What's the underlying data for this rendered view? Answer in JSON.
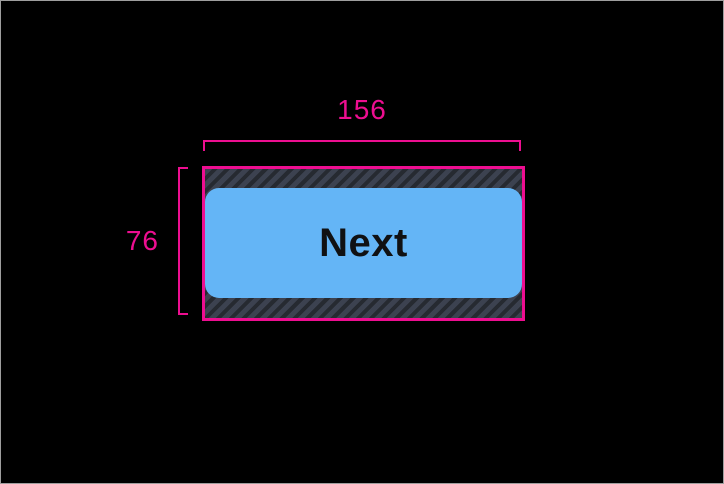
{
  "annotations": {
    "width_label": "156",
    "height_label": "76"
  },
  "button": {
    "label": "Next"
  },
  "colors": {
    "annotation_pink": "#ed0e90",
    "button_blue": "#64b5f6",
    "button_text": "#101113",
    "hatch_background": "#3c4250",
    "hatch_stripe": "#262a31",
    "canvas_background": "#000000",
    "canvas_border": "#9e9e9e"
  }
}
